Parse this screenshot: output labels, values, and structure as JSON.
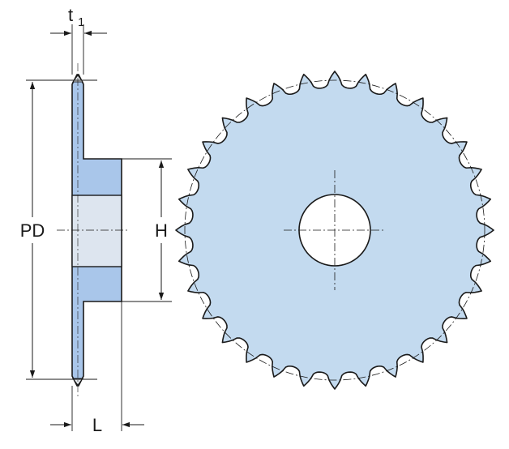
{
  "labels": {
    "t": "t",
    "t_sub": "1",
    "pd": "PD",
    "h": "H",
    "l": "L"
  },
  "colors": {
    "hub_fill": "#a9c6ea",
    "bore_fill": "#dde5ef",
    "plate_fill": "#c3daef",
    "outline": "#1a1a1a",
    "line": "#1a1a1a"
  },
  "sprocket": {
    "teeth": 32
  }
}
